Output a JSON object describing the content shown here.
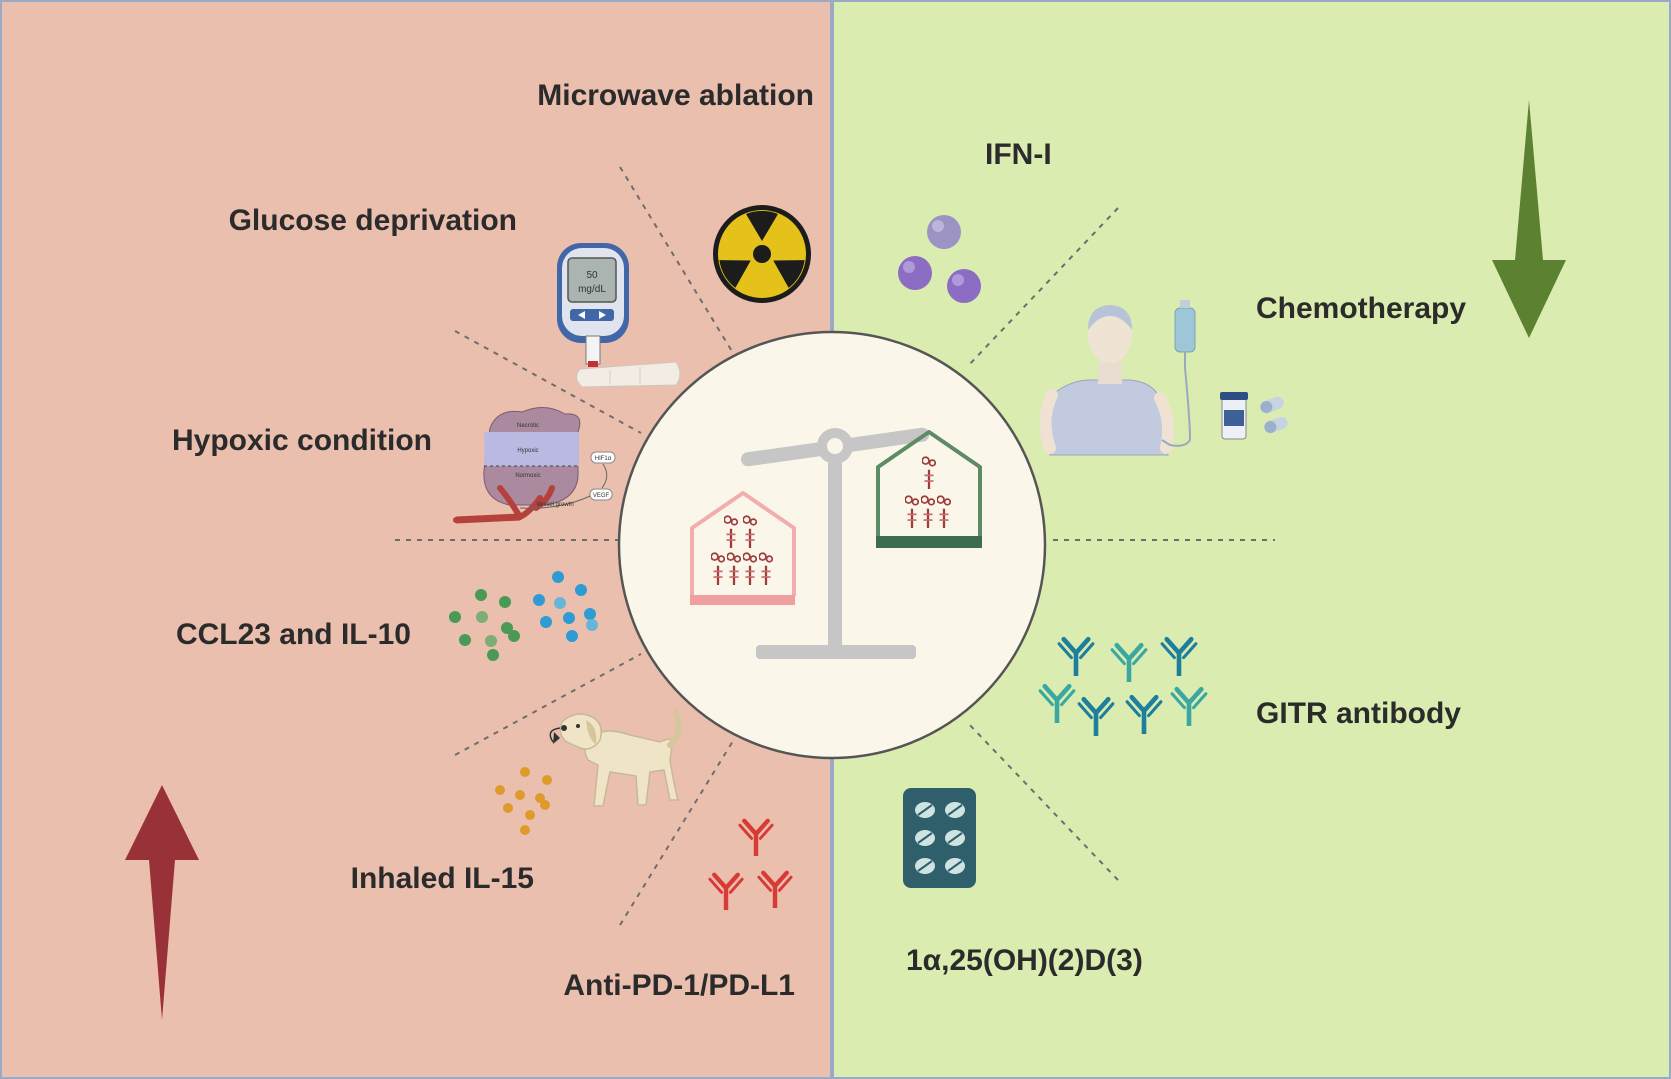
{
  "colors": {
    "left_bg": "#ebbfae",
    "right_bg": "#dbecb1",
    "up_arrow": "#983238",
    "down_arrow": "#5c8231",
    "circle_bg": "#faf7ea",
    "scale_gray": "#c6c6c6",
    "left_pan": "#f09e9e",
    "right_pan": "#3d6c4e"
  },
  "left_factors": {
    "microwave": "Microwave ablation",
    "glucose": "Glucose deprivation",
    "hypoxic": "Hypoxic condition",
    "ccl23": "CCL23 and IL-10",
    "il15": "Inhaled IL-15",
    "antipd1": "Anti-PD-1/PD-L1"
  },
  "right_factors": {
    "ifn": "IFN-I",
    "chemo": "Chemotherapy",
    "gitr": "GITR antibody",
    "vitd": "1α,25(OH)(2)D(3)"
  },
  "glucometer": {
    "value": "50",
    "unit": "mg/dL"
  },
  "tumor_diagram": {
    "necrotic": "Necrotic",
    "hypoxic": "Hypoxic",
    "normoxic": "Normoxic",
    "hif": "HIF1α",
    "vegf": "VEGF",
    "vessel": "Vessel growth"
  },
  "icons": {
    "left_arrow": "up-arrow-icon",
    "right_arrow": "down-arrow-icon",
    "radiation": "radiation-icon",
    "glucometer": "glucometer-icon",
    "tumor": "tumor-hypoxia-icon",
    "cytokines": "cytokine-dots-icon",
    "dog": "dog-icon",
    "antibody_red": "antibody-icon",
    "ifn": "ifn-molecule-icon",
    "patient": "chemotherapy-patient-icon",
    "antibody_teal": "antibody-icon",
    "tablet": "tablet-pack-icon",
    "balance": "balance-scale-icon"
  }
}
